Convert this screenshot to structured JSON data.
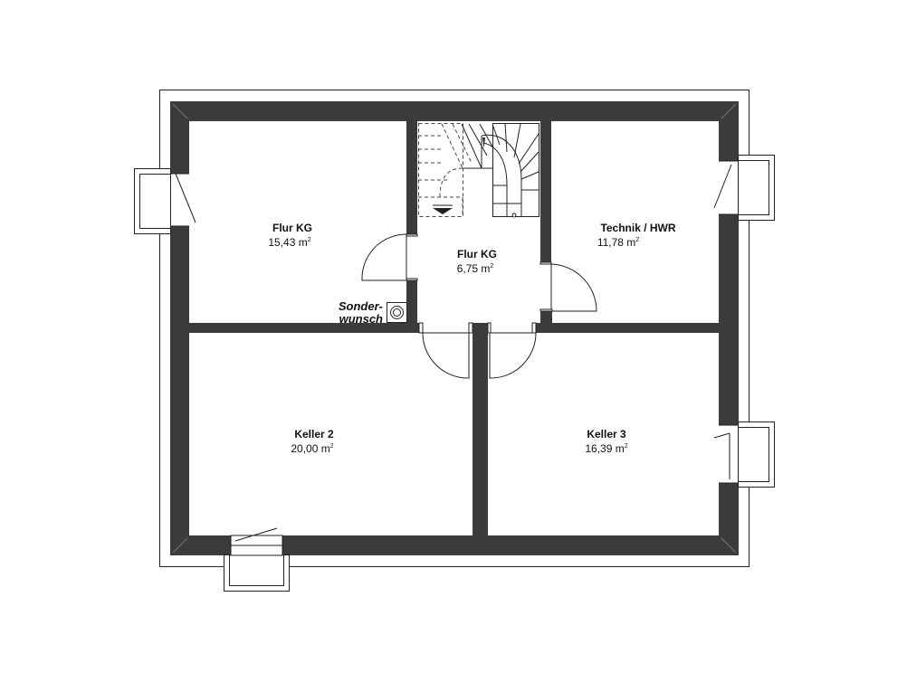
{
  "colors": {
    "wall": "#3b3b3d",
    "line": "#222222",
    "background": "#ffffff"
  },
  "rooms": [
    {
      "id": "flur-kg-left",
      "name": "Flur KG",
      "area": "15,43 m",
      "area_sup": "2"
    },
    {
      "id": "flur-kg-center",
      "name": "Flur KG",
      "area": "6,75 m",
      "area_sup": "2"
    },
    {
      "id": "technik-hwr",
      "name": "Technik / HWR",
      "area": "11,78 m",
      "area_sup": "2"
    },
    {
      "id": "keller-2",
      "name": "Keller 2",
      "area": "20,00 m",
      "area_sup": "2"
    },
    {
      "id": "keller-3",
      "name": "Keller 3",
      "area": "16,39 m",
      "area_sup": "2"
    }
  ],
  "special_request": {
    "line1": "Sonder-",
    "line2": "wunsch",
    "icon": "boiler-icon"
  },
  "stair_direction_icon": "arrow-down-icon"
}
